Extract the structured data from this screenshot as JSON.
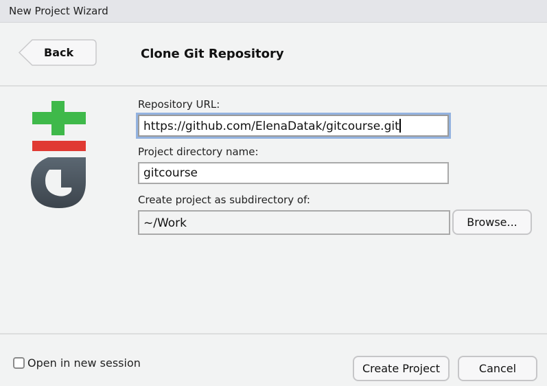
{
  "window": {
    "title": "New Project Wizard"
  },
  "header": {
    "back_label": "Back",
    "page_title": "Clone Git Repository",
    "logo_icon": "git-logo-icon",
    "logo_colors": {
      "plus": "#3fb94a",
      "minus": "#e03a33",
      "g": "#4b5662"
    }
  },
  "form": {
    "repo_url": {
      "label": "Repository URL:",
      "value": "https://github.com/ElenaDatak/gitcourse.git"
    },
    "dir_name": {
      "label": "Project directory name:",
      "value": "gitcourse"
    },
    "parent_dir": {
      "label": "Create project as subdirectory of:",
      "value": "~/Work",
      "browse_label": "Browse..."
    }
  },
  "footer": {
    "open_new_session_label": "Open in new session",
    "open_new_session_checked": false,
    "create_label": "Create Project",
    "cancel_label": "Cancel"
  },
  "colors": {
    "focus_ring": "#94b3e0",
    "background": "#f2f3f3"
  }
}
